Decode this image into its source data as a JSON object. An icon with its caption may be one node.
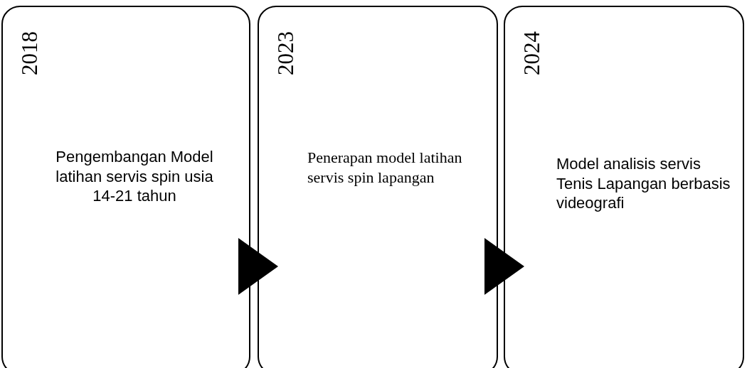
{
  "diagram": {
    "nodes": [
      {
        "text": [
          "2018",
          "Pengembangan Model latihan servis spin usia 14-21 tahun"
        ]
      },
      {
        "text": [
          "2023",
          "Penerapan model latihan servis spin lapangan"
        ]
      },
      {
        "text": [
          "2024",
          "Model analisis servis Tenis Lapangan  berbasis videografi"
        ]
      }
    ],
    "edges": [
      {
        "from": 0,
        "to": 1,
        "arrow": "to"
      },
      {
        "from": 1,
        "to": 2,
        "arrow": "to"
      }
    ]
  }
}
